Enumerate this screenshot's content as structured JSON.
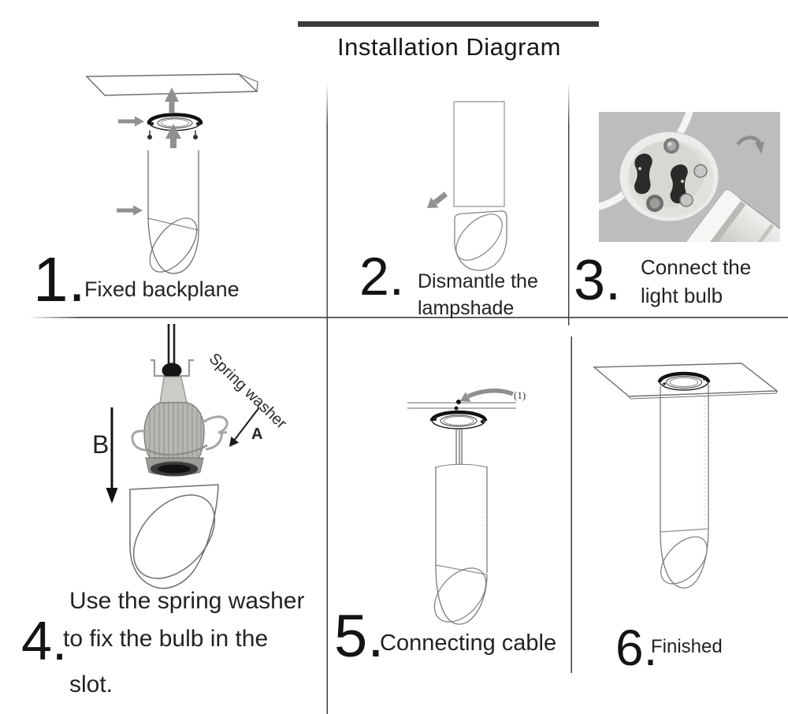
{
  "title": {
    "text": "Installation Diagram"
  },
  "steps": [
    {
      "number": "1.",
      "lines": [
        "Fixed backplane"
      ]
    },
    {
      "number": "2.",
      "lines": [
        "Dismantle the",
        "lampshade"
      ]
    },
    {
      "number": "3.",
      "lines": [
        "Connect the",
        "light bulb"
      ]
    },
    {
      "number": "4.",
      "lines": [
        "Use the spring washer",
        "to fix the bulb in the",
        "slot."
      ]
    },
    {
      "number": "5.",
      "lines": [
        "Connecting cable"
      ]
    },
    {
      "number": "6.",
      "lines": [
        "Finished"
      ]
    }
  ],
  "annotations": {
    "spring_washer_label": "Spring washer",
    "point_a": "A",
    "direction_b": "B",
    "cable_ref": "(1)"
  },
  "colors": {
    "ink": "#1d1d1d",
    "sketch_line": "#777777",
    "arrow_gray": "#8f9092",
    "title_bar": "#3b3b3b",
    "photo_background": "#bdbdbd"
  }
}
